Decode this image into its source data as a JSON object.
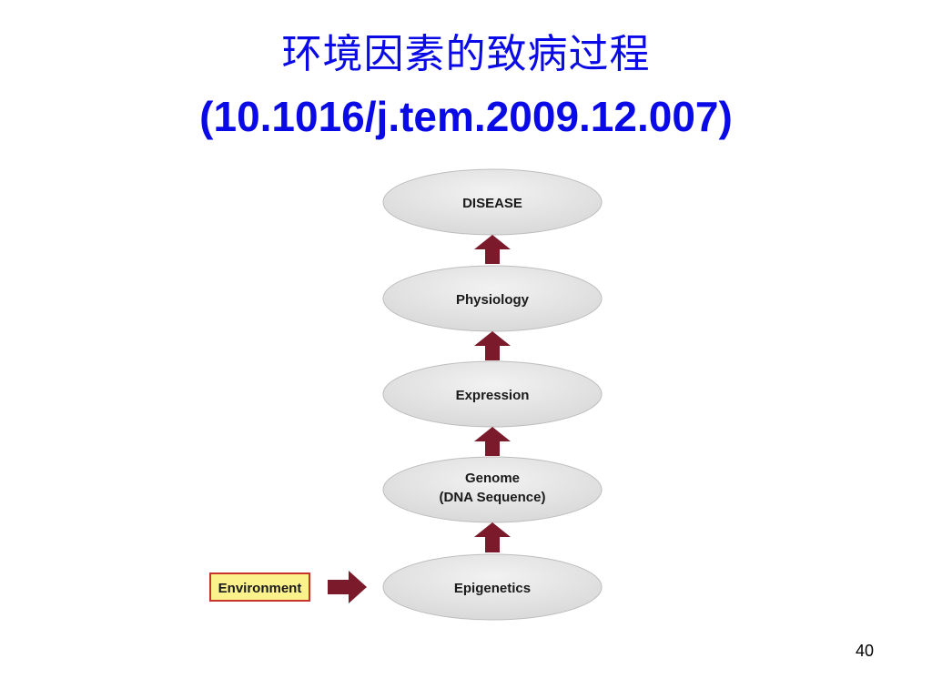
{
  "slide": {
    "title_cn": "环境因素的致病过程",
    "title_doi": "(10.1016/j.tem.2009.12.007)",
    "page_number": "40"
  },
  "diagram": {
    "nodes": [
      {
        "id": "disease",
        "lines": [
          "DISEASE"
        ]
      },
      {
        "id": "physiology",
        "lines": [
          "Physiology"
        ]
      },
      {
        "id": "expression",
        "lines": [
          "Expression"
        ]
      },
      {
        "id": "genome",
        "lines": [
          "Genome",
          "(DNA Sequence)"
        ]
      },
      {
        "id": "epigenetics",
        "lines": [
          "Epigenetics"
        ]
      }
    ],
    "environment": {
      "label": "Environment"
    },
    "colors": {
      "arrow": "#7a1a2a",
      "ellipse_fill": "#d9d9d9",
      "ellipse_highlight": "#f2f2f2",
      "ellipse_stroke": "#bdbdbd",
      "env_box_fill": "#fbf28c",
      "env_box_stroke": "#c8332a",
      "title": "#0a0ae6"
    }
  }
}
